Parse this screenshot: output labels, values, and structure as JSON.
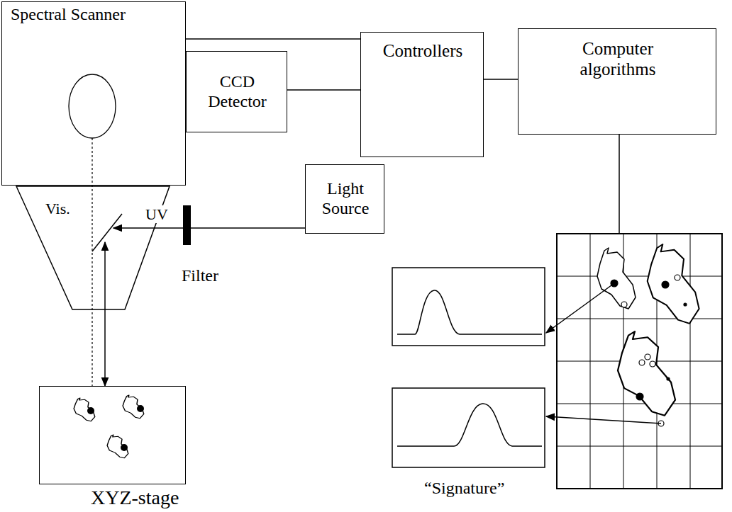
{
  "diagram": {
    "nodes": [
      {
        "text": [
          "Spectral Scanner"
        ]
      },
      {
        "text": [
          "CCD Detector"
        ]
      },
      {
        "text": [
          "Controllers"
        ]
      },
      {
        "text": [
          "Computer algorithms"
        ]
      },
      {
        "text": [
          "Vis."
        ]
      },
      {
        "text": [
          "Light Source"
        ]
      },
      {
        "text": [
          "XYZ-stage"
        ]
      }
    ],
    "edges": [
      {
        "from": 0,
        "to": 2,
        "arrow": "none"
      },
      {
        "from": 1,
        "to": 2,
        "arrow": "none"
      },
      {
        "from": 2,
        "to": 3,
        "arrow": "none"
      },
      {
        "from": 5,
        "to": 4,
        "label": "UV",
        "arrow": "to"
      },
      {
        "from": 4,
        "to": 6,
        "arrow": "both"
      }
    ],
    "labels": [
      "Filter",
      "“Signature”"
    ]
  }
}
